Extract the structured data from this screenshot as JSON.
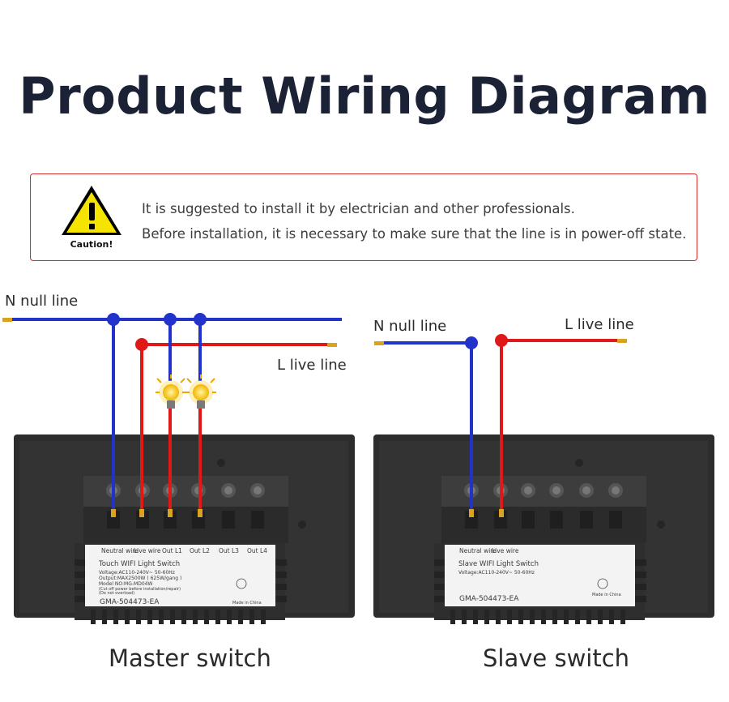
{
  "header": {
    "title": "Product Wiring Diagram"
  },
  "caution": {
    "label": "Caution!",
    "lines": [
      "It is suggested to install it by electrician and other professionals.",
      "Before installation, it is necessary to make sure that the line is in power-off state."
    ]
  },
  "master": {
    "caption": "Master switch",
    "n_line_label": "N null line",
    "l_line_label": "L live line",
    "terminal_labels": [
      "Neutral wire",
      "Live wire",
      "Out L1",
      "Out L2",
      "Out L3",
      "Out L4"
    ],
    "plate": {
      "title": "Touch WIFI Light Switch",
      "voltage": "Voltage:AC110-240V~  50-60Hz",
      "output": "Output:MAX2500W ( 625W/gang )",
      "model": "Model NO:MG-MD04W",
      "note1": "(Cut off power before installation/repair)",
      "note2": "(Do not overload)",
      "code": "GMA-504473-EA",
      "made_in": "Made in China"
    }
  },
  "slave": {
    "caption": "Slave switch",
    "n_line_label": "N null line",
    "l_line_label": "L live line",
    "terminal_labels": [
      "Neutral wire",
      "Live wire"
    ],
    "plate": {
      "title": "Slave WIFI Light Switch",
      "voltage": "Voltage:AC110-240V~  50-60Hz",
      "code": "GMA-504473-EA",
      "made_in": "Made in China"
    }
  },
  "colors": {
    "neutral": "#2233cc",
    "live": "#e01818",
    "title": "#1b2236",
    "caution_border": "#d42a2a"
  }
}
